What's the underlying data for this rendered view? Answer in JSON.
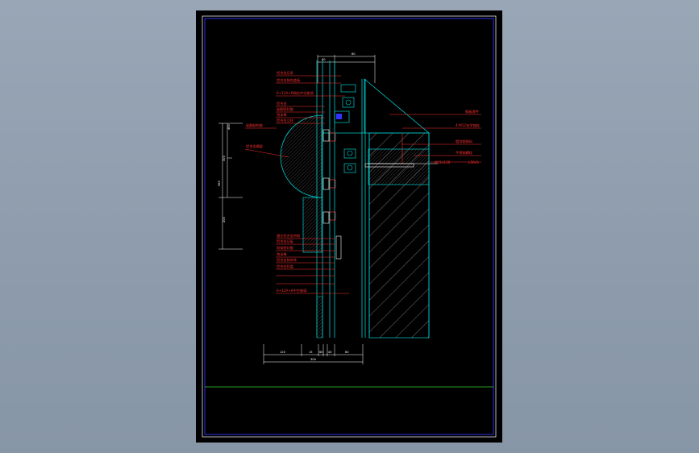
{
  "drawing": {
    "callouts_left": [
      "铝合金压条",
      "铝合金装饰盖板",
      "6+12A+6钢化中空玻璃",
      "铝合金",
      "硅酮密封胶",
      "泡沫棒",
      "铝合金立柱",
      "硅酮结构胶",
      "铝合金横梁",
      "通长铝合金附框",
      "铝合金压板",
      "耐候密封胶",
      "泡沫棒",
      "铝合金装饰条",
      "铝合金扣盖",
      "6+12A+6中空玻璃"
    ],
    "callouts_right": [
      "钢板埋件",
      "4-M12化学锚栓",
      "镀锌钢角码",
      "不锈钢螺栓",
      "M12x120",
      "L50x5"
    ],
    "dimensions_top": [
      "60",
      "80"
    ],
    "dimensions_bottom": [
      "120",
      "15",
      "60",
      "40",
      "60",
      "300"
    ],
    "dimensions_left": [
      "300",
      "200",
      "980",
      "480"
    ]
  },
  "colors": {
    "background": "#8f9eaf",
    "sheet": "#000000",
    "border_outer": "#ffffff",
    "border_inner": "#3030ff",
    "title_line": "#33cc33",
    "annotation": "#ff3030",
    "structure": "#00cccc",
    "dimension": "#ffffff"
  }
}
